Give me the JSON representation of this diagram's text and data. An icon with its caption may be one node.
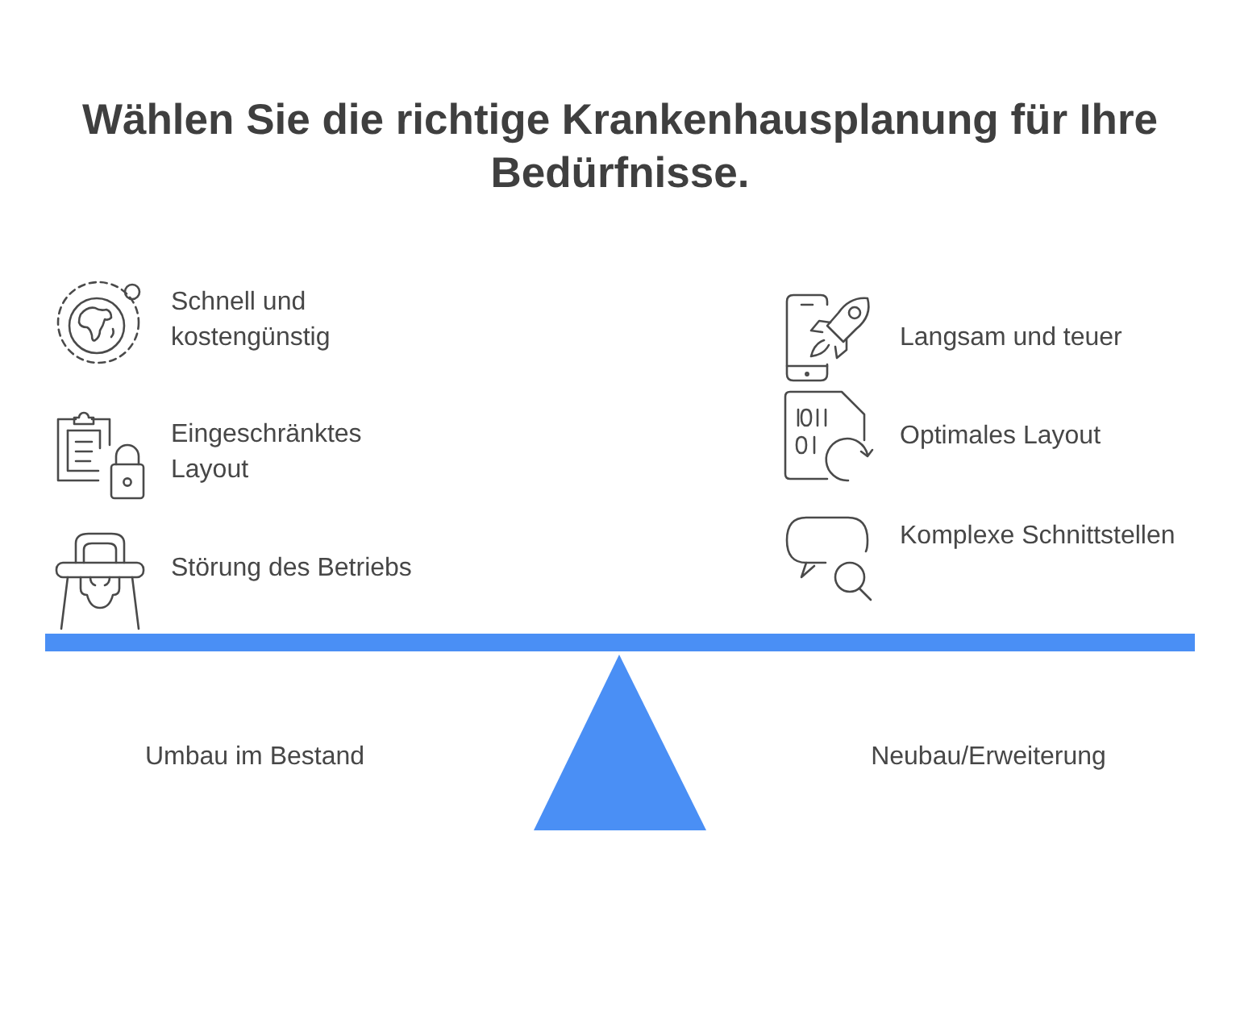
{
  "diagram": {
    "title": "Wählen Sie die richtige Krankenhausplanung für Ihre Bedürfnisse.",
    "labels": [
      "Schnell und kostengünstig",
      "Eingeschränktes Layout",
      "Störung des Betriebs",
      "Langsam und teuer",
      "Optimales Layout",
      "Komplexe Schnittstellen",
      "Umbau im Bestand",
      "Neubau/Erweiterung"
    ]
  }
}
